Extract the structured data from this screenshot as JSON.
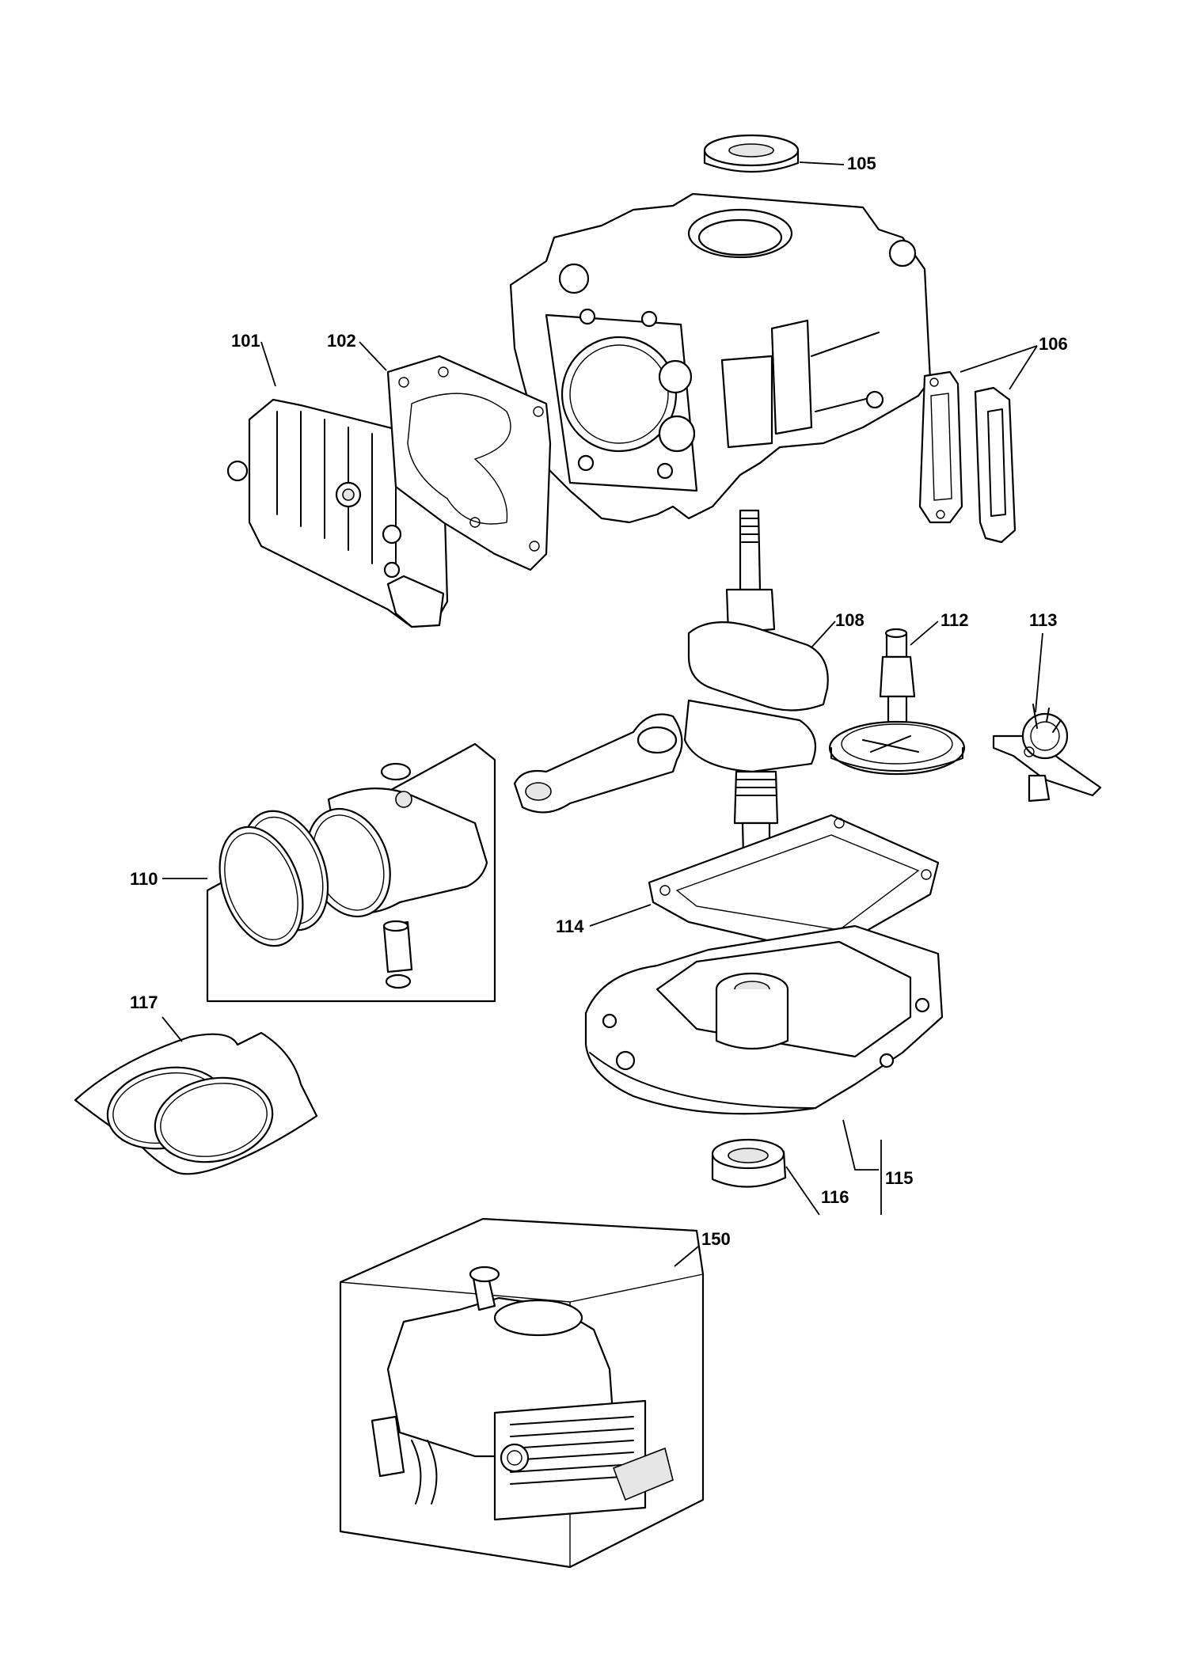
{
  "labels": {
    "p101": "101",
    "p102": "102",
    "p105": "105",
    "p106": "106",
    "p108": "108",
    "p110": "110",
    "p112": "112",
    "p113": "113",
    "p114": "114",
    "p115": "115",
    "p116": "116",
    "p117": "117",
    "p150": "150"
  }
}
